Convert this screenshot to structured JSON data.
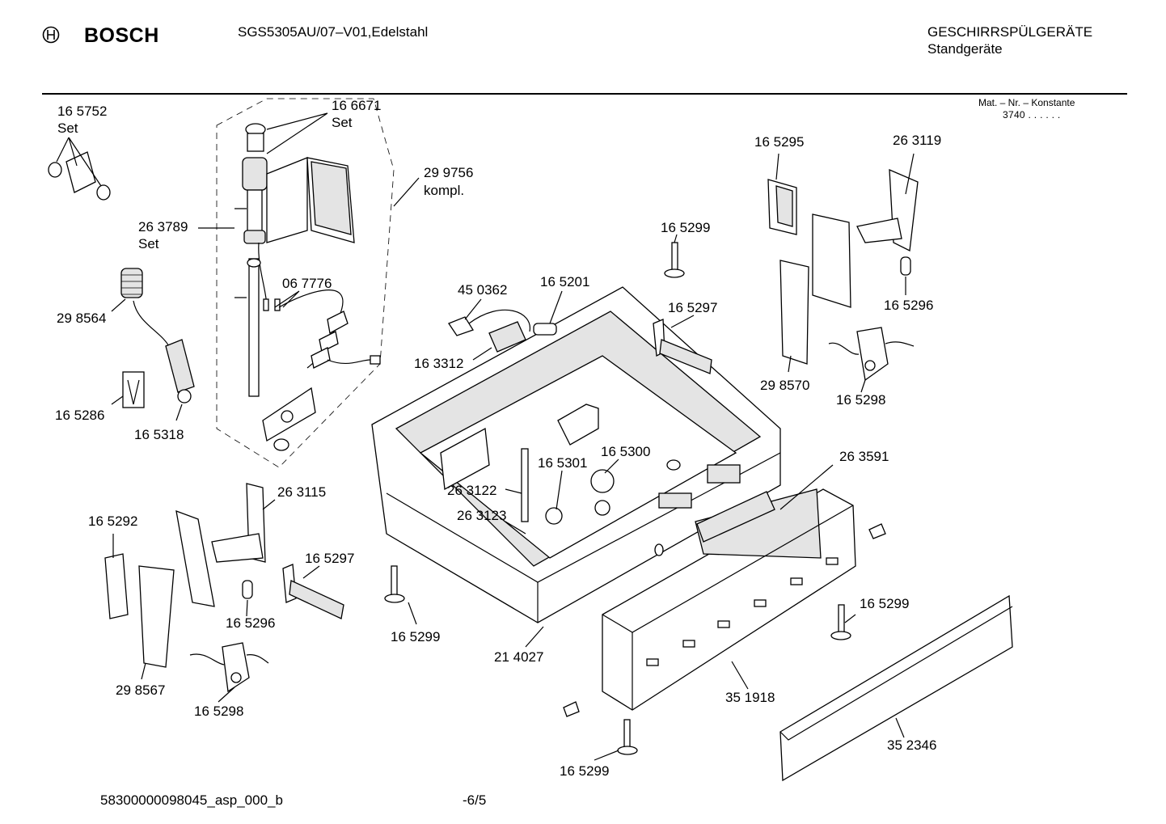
{
  "header": {
    "brand": "BOSCH",
    "model": "SGS5305AU/07–V01,Edelstahl",
    "category": "GESCHIRRSPÜLGERÄTE",
    "subcategory": "Standgeräte",
    "mat_label": "Mat. – Nr. – Konstante",
    "mat_value": "3740  .  .   .  .  .  ."
  },
  "footer": {
    "doc_id": "58300000098045_asp_000_b",
    "page": "-6/5"
  },
  "parts": {
    "p165752": "16 5752",
    "p165752_set": "Set",
    "p166671": "16 6671",
    "p166671_set": "Set",
    "p299756": "29 9756",
    "p299756_kompl": "kompl.",
    "p263789": "26 3789",
    "p263789_set": "Set",
    "p298564": "29 8564",
    "p067776": "06 7776",
    "p165286": "16 5286",
    "p165318": "16 5318",
    "p450362": "45 0362",
    "p165201": "16 5201",
    "p163312": "16 3312",
    "p165299_a": "16 5299",
    "p165297_a": "16 5297",
    "p165295": "16 5295",
    "p263119": "26 3119",
    "p165296_a": "16 5296",
    "p298570": "29 8570",
    "p165298_a": "16 5298",
    "p263591": "26 3591",
    "p165300": "16 5300",
    "p165301": "16 5301",
    "p263122": "26 3122",
    "p263123": "26 3123",
    "p263115": "26 3115",
    "p165292": "16 5292",
    "p165297_b": "16 5297",
    "p165296_b": "16 5296",
    "p298567": "29 8567",
    "p165298_b": "16 5298",
    "p165299_b": "16 5299",
    "p214027": "21 4027",
    "p165299_c": "16 5299",
    "p351918": "35 1918",
    "p352346": "35 2346",
    "p165299_d": "16 5299"
  }
}
